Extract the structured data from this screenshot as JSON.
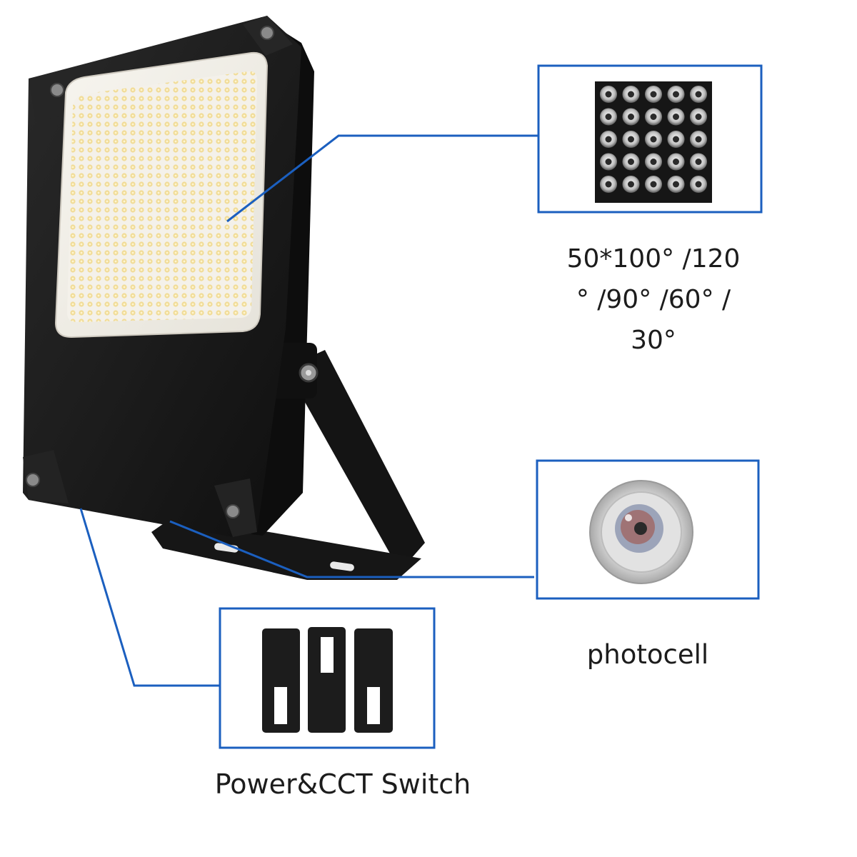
{
  "colors": {
    "callout_line": "#1b5fbf",
    "housing": "#1b1b1b",
    "led_panel": "#f2efe6",
    "led_dot": "#f3e1a2"
  },
  "callouts": {
    "beam_angle": {
      "label": "50*100°  /120\n°  /90°  /60°  /\n30°",
      "icon": "lens-array-icon"
    },
    "photocell": {
      "label": "photocell",
      "icon": "photocell-sensor-icon"
    },
    "switch": {
      "label": "Power&CCT Switch",
      "icon": "dip-switch-icon"
    }
  }
}
